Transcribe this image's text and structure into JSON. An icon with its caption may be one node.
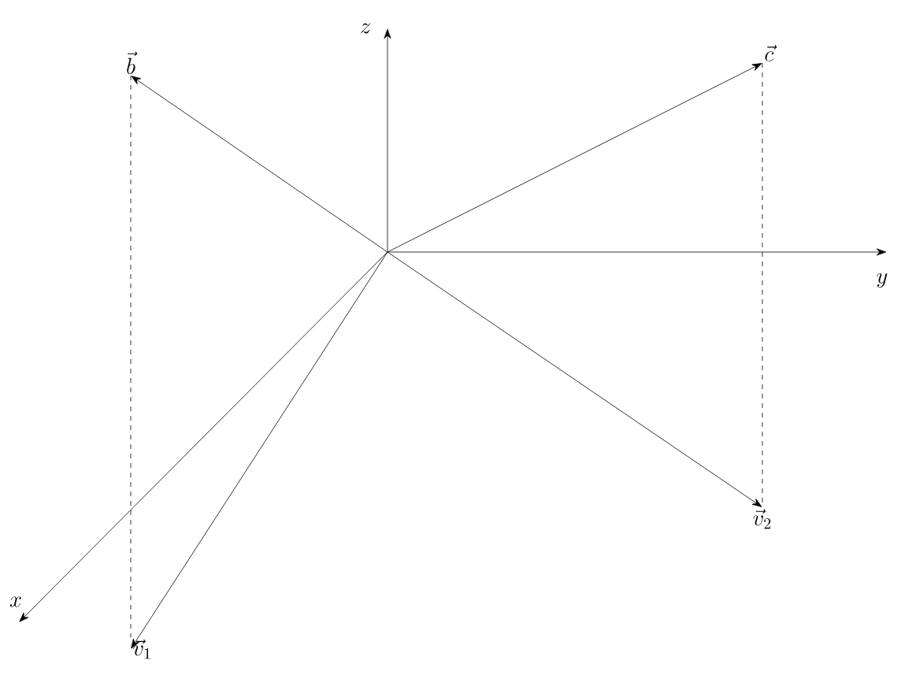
{
  "diagram": {
    "nodes": [
      {
        "text": [
          "\\vec{b}"
        ]
      },
      {
        "text": [
          "\\vec{c}"
        ]
      },
      {
        "text": [
          "\\vec{v}_2"
        ]
      },
      {
        "text": [
          "\\vec{v}_1"
        ]
      }
    ],
    "edges": [
      {
        "from": null,
        "to": 0,
        "arrow": "to"
      },
      {
        "from": null,
        "to": 1,
        "arrow": "to"
      },
      {
        "from": null,
        "to": 2,
        "arrow": "to"
      },
      {
        "from": null,
        "to": 3,
        "arrow": "to"
      },
      {
        "from": 0,
        "to": 3,
        "arrow": "none",
        "style": "dashed"
      },
      {
        "from": 1,
        "to": 2,
        "arrow": "none",
        "style": "dashed"
      }
    ],
    "labels": [
      "z",
      "y",
      "x"
    ]
  }
}
